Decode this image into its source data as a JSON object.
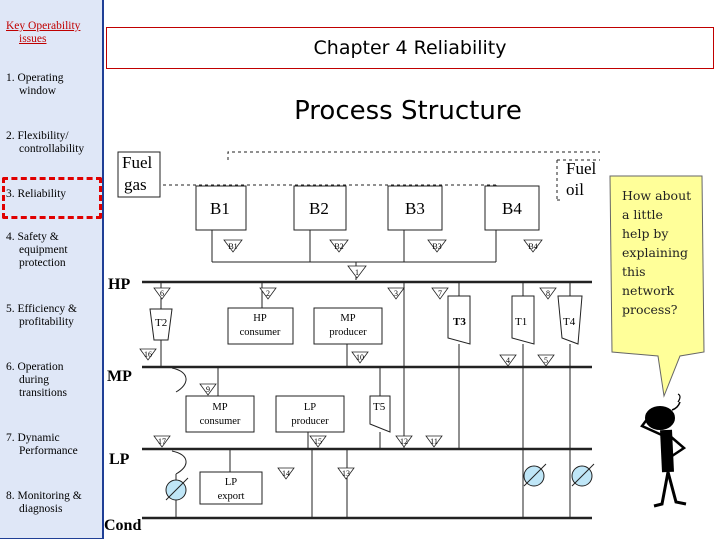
{
  "sidebar": {
    "heading_line1": "Key Operability",
    "heading_line2": "issues",
    "items": [
      {
        "line1": "1. Operating",
        "line2": "window",
        "line3": ""
      },
      {
        "line1": "2. Flexibility/",
        "line2": "controllability",
        "line3": ""
      },
      {
        "line1": "3. Reliability",
        "line2": "",
        "line3": ""
      },
      {
        "line1": "4. Safety &",
        "line2": "equipment",
        "line3": "protection"
      },
      {
        "line1": "5. Efficiency &",
        "line2": "profitability",
        "line3": ""
      },
      {
        "line1": "6. Operation",
        "line2": "during",
        "line3": "transitions"
      },
      {
        "line1": "7. Dynamic",
        "line2": "Performance",
        "line3": ""
      },
      {
        "line1": "8. Monitoring &",
        "line2": "diagnosis",
        "line3": ""
      }
    ]
  },
  "title": "Chapter 4 Reliability",
  "subtitle": "Process Structure",
  "diagram": {
    "fuel_gas_line1": "Fuel",
    "fuel_gas_line2": "gas",
    "fuel_oil_line1": "Fuel",
    "fuel_oil_line2": "oil",
    "boilers": [
      "B1",
      "B2",
      "B3",
      "B4"
    ],
    "valves_boiler": [
      "B1",
      "B2",
      "B3",
      "B4"
    ],
    "headers": {
      "hp": "HP",
      "mp": "MP",
      "lp": "LP",
      "cond": "Cond"
    },
    "turbines": {
      "t2": "T2",
      "t3": "T3",
      "t1": "T1",
      "t4": "T4",
      "t5": "T5"
    },
    "hp_consumer_line1": "HP",
    "hp_consumer_line2": "consumer",
    "mp_producer_line1": "MP",
    "mp_producer_line2": "producer",
    "mp_consumer_line1": "MP",
    "mp_consumer_line2": "consumer",
    "lp_producer_line1": "LP",
    "lp_producer_line2": "producer",
    "lp_export_line1": "LP",
    "lp_export_line2": "export",
    "valve_numbers": {
      "v1": "1",
      "v6": "6",
      "v2": "2",
      "v3": "3",
      "v7": "7",
      "v8": "8",
      "v16": "16",
      "v10": "10",
      "v4": "4",
      "v5": "5",
      "v9": "9",
      "v17": "17",
      "v15": "15",
      "v12": "12",
      "v11": "11",
      "v14": "14",
      "v13": "13"
    }
  },
  "bubble": {
    "line1": "How about",
    "line2": "a little",
    "line3": "help by",
    "line4": "explaining",
    "line5": "this",
    "line6": "network",
    "line7": "process?"
  },
  "colors": {
    "sidebar_bg": "#dfe7f7",
    "sidebar_border": "#1f3f96",
    "title_border": "#c00000",
    "highlight": "#e00000",
    "bubble_fill": "#ffff99",
    "pump_fill": "#bfe6f7"
  },
  "icons": {
    "figure": "thinking-stick-figure-icon",
    "pump": "pump-icon"
  }
}
